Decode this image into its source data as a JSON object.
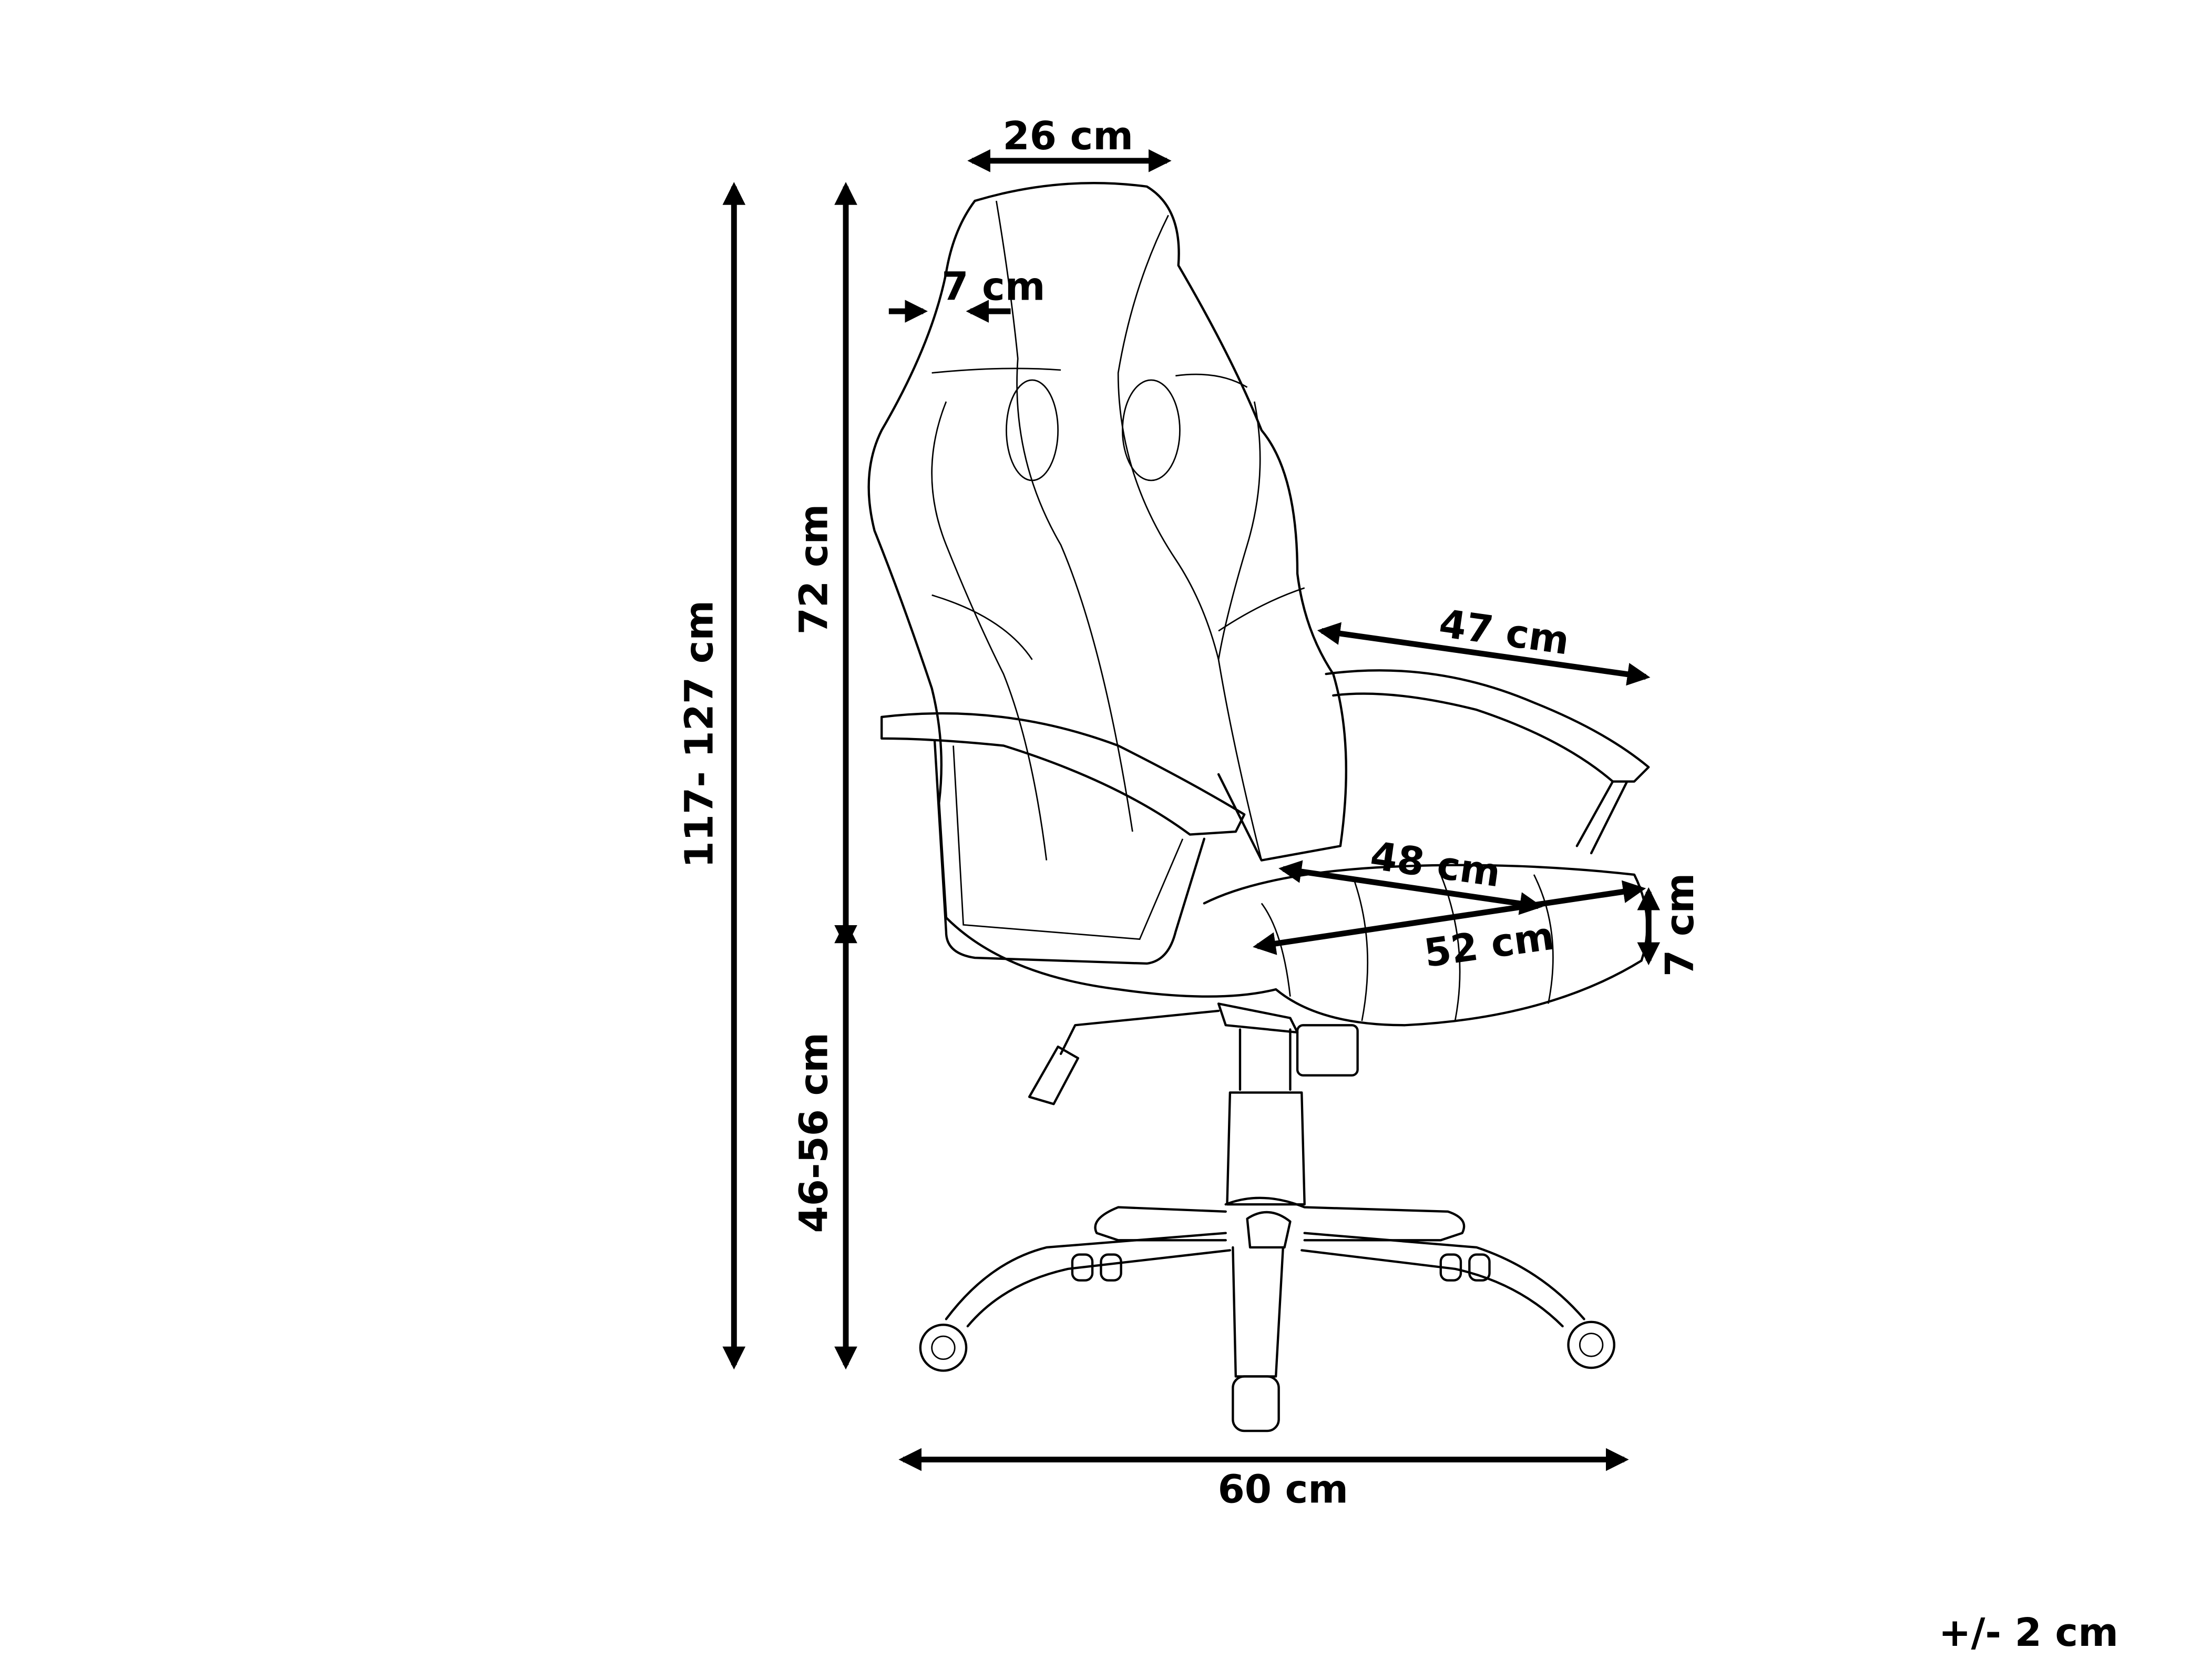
{
  "dimensions": {
    "backrest_width": "26 cm",
    "headrest_depth": "7 cm",
    "total_height": "117- 127 cm",
    "backrest_height": "72 cm",
    "seat_height": "46-56 cm",
    "armrest_length": "47 cm",
    "seat_depth": "48 cm",
    "seat_width": "52 cm",
    "seat_thickness": "7 cm",
    "base_width": "60 cm"
  },
  "tolerance": "+/- 2 cm",
  "colors": {
    "line": "#000000",
    "background": "#ffffff"
  }
}
